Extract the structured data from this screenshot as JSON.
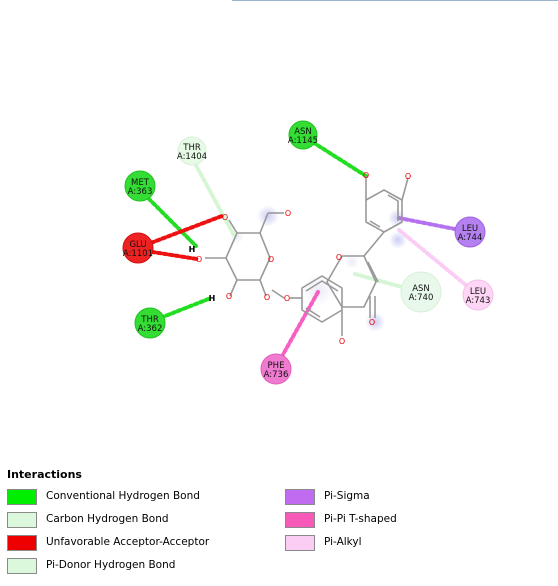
{
  "residues": [
    {
      "id": "asn1145",
      "line1": "ASN",
      "line2": "A:1145",
      "type": "Conventional Hydrogen Bond",
      "color": "#33dd33"
    },
    {
      "id": "thr1404",
      "line1": "THR",
      "line2": "A:1404",
      "type": "Carbon Hydrogen Bond",
      "color": "#e6fae6"
    },
    {
      "id": "met363",
      "line1": "MET",
      "line2": "A:363",
      "type": "Conventional Hydrogen Bond",
      "color": "#33dd33"
    },
    {
      "id": "glu1101",
      "line1": "GLU",
      "line2": "A:1101",
      "type": "Unfavorable Acceptor-Acceptor",
      "color": "#ee2222"
    },
    {
      "id": "thr362",
      "line1": "THR",
      "line2": "A:362",
      "type": "Conventional Hydrogen Bond",
      "color": "#33dd33"
    },
    {
      "id": "leu744",
      "line1": "LEU",
      "line2": "A:744",
      "type": "Pi-Sigma",
      "color": "#b580f0"
    },
    {
      "id": "leu743",
      "line1": "LEU",
      "line2": "A:743",
      "type": "Pi-Alkyl",
      "color": "#ffd6f6"
    },
    {
      "id": "asn740",
      "line1": "ASN",
      "line2": "A:740",
      "type": "Pi-Donor Hydrogen Bond",
      "color": "#e8f8ea"
    },
    {
      "id": "phe736",
      "line1": "PHE",
      "line2": "A:736",
      "type": "Pi-Pi T-shaped",
      "color": "#f07ad0"
    }
  ],
  "atom_labels": [
    {
      "id": "o-phenol1",
      "text": "O"
    },
    {
      "id": "o-phenol2",
      "text": "O"
    },
    {
      "id": "o-sugar1",
      "text": "O"
    },
    {
      "id": "o-sugar2",
      "text": "O"
    },
    {
      "id": "h-sugar2",
      "text": "H"
    },
    {
      "id": "o-sugar3",
      "text": "O"
    },
    {
      "id": "h-sugar3",
      "text": "H"
    },
    {
      "id": "o-ring",
      "text": "O"
    },
    {
      "id": "o-glyco",
      "text": "O"
    },
    {
      "id": "o-ch2",
      "text": "O"
    },
    {
      "id": "o-pyran",
      "text": "O"
    },
    {
      "id": "o-ether",
      "text": "O"
    },
    {
      "id": "o-keto",
      "text": "O"
    },
    {
      "id": "o-hydroxy5",
      "text": "O"
    }
  ],
  "legend": {
    "title": "Interactions",
    "items": [
      {
        "label": "Conventional Hydrogen Bond",
        "color": "#00ee00"
      },
      {
        "label": "Carbon Hydrogen Bond",
        "color": "#dcf8dc"
      },
      {
        "label": "Unfavorable Acceptor-Acceptor",
        "color": "#ee0000"
      },
      {
        "label": "Pi-Donor Hydrogen Bond",
        "color": "#dcf8dc"
      },
      {
        "label": "Pi-Sigma",
        "color": "#c06cf0"
      },
      {
        "label": "Pi-Pi T-shaped",
        "color": "#f75ab8"
      },
      {
        "label": "Pi-Alkyl",
        "color": "#fbcdf4"
      }
    ]
  }
}
